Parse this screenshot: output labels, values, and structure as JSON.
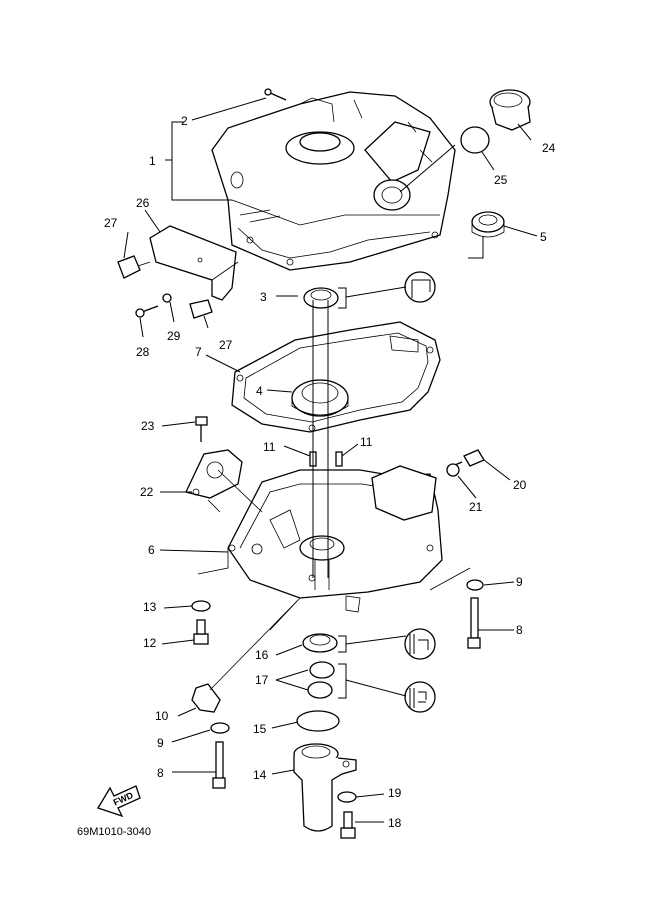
{
  "diagram": {
    "code": "69M1010-3040",
    "fwd_label": "FWD",
    "callouts": {
      "c1": "1",
      "c2": "2",
      "c3": "3",
      "c4": "4",
      "c5": "5",
      "c6": "6",
      "c7": "7",
      "c8a": "8",
      "c8b": "8",
      "c9a": "9",
      "c9b": "9",
      "c10": "10",
      "c11a": "11",
      "c11b": "11",
      "c12": "12",
      "c13": "13",
      "c14": "14",
      "c15": "15",
      "c16": "16",
      "c17": "17",
      "c18": "18",
      "c19": "19",
      "c20": "20",
      "c21": "21",
      "c22": "22",
      "c23": "23",
      "c24": "24",
      "c25": "25",
      "c26": "26",
      "c27a": "27",
      "c27b": "27",
      "c28": "28",
      "c29": "29"
    }
  }
}
